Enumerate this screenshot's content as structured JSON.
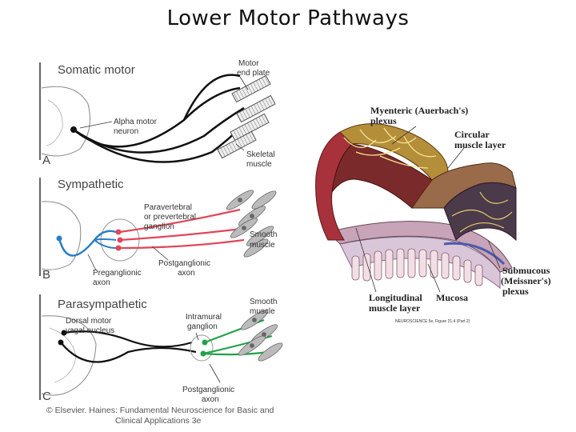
{
  "title": "Lower Motor Pathways",
  "panel_a": {
    "header": "Somatic motor",
    "letter": "A",
    "labels": {
      "motor_end_plate_1": "Motor",
      "motor_end_plate_2": "end plate",
      "alpha_1": "Alpha motor",
      "alpha_2": "neuron",
      "skeletal_1": "Skeletal",
      "skeletal_2": "muscle"
    }
  },
  "panel_b": {
    "header": "Sympathetic",
    "letter": "B",
    "labels": {
      "paravertebral_1": "Paravertebral",
      "paravertebral_2": "or prevertebral",
      "paravertebral_3": "ganglion",
      "smooth_1": "Smooth",
      "smooth_2": "muscle",
      "postganglionic_1": "Postganglionic",
      "postganglionic_2": "axon",
      "preganglionic_1": "Preganglionic",
      "preganglionic_2": "axon"
    }
  },
  "panel_c": {
    "header": "Parasympathetic",
    "letter": "C",
    "labels": {
      "smooth_1": "Smooth",
      "smooth_2": "muscle",
      "dorsal_1": "Dorsal motor",
      "dorsal_2": "vagal nucleus",
      "intramural_1": "Intramural",
      "intramural_2": "ganglion",
      "postganglionic_1": "Postganglionic",
      "postganglionic_2": "axon"
    }
  },
  "gut_figure": {
    "myenteric_1": "Myenteric (Auerbach's)",
    "myenteric_2": "plexus",
    "circular_1": "Circular",
    "circular_2": "muscle layer",
    "submucous_1": "Submucous",
    "submucous_2": "(Meissner's)",
    "submucous_3": "plexus",
    "longitudinal_1": "Longitudinal",
    "longitudinal_2": "muscle layer",
    "mucosa": "Mucosa",
    "figure_ref": "NEUROSCIENCE 5e, Figure 21.4 (Part 2)"
  },
  "credit": {
    "line1": "© Elsevier. Haines: Fundamental Neuroscience for Basic and",
    "line2": "Clinical Applications 3e"
  },
  "colors": {
    "sympathetic_pre": "#2a7fc4",
    "sympathetic_post": "#e0475a",
    "parasympathetic_post": "#22a24a",
    "somatic": "#111111"
  }
}
